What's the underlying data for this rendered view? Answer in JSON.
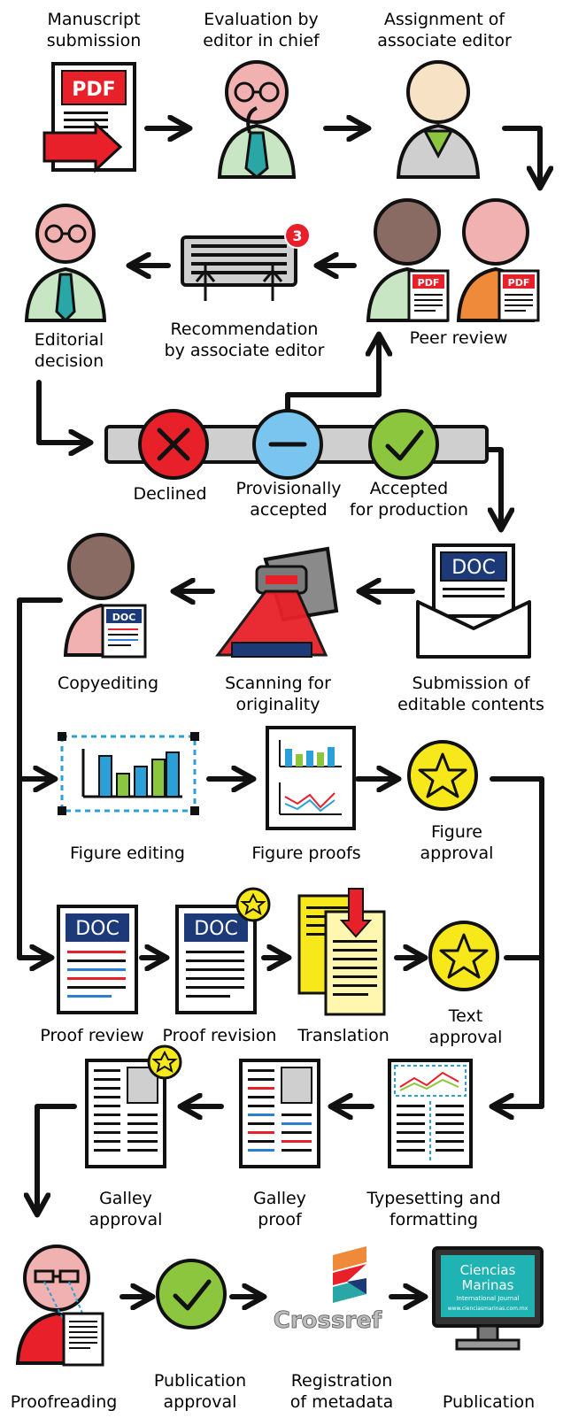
{
  "labels": {
    "manuscript_submission": [
      "Manuscript",
      "submission"
    ],
    "evaluation": [
      "Evaluation by",
      "editor in chief"
    ],
    "assignment": [
      "Assignment of",
      "associate editor"
    ],
    "editorial_decision": [
      "Editorial",
      "decision"
    ],
    "recommendation": [
      "Recommendation",
      "by associate editor"
    ],
    "peer_review": [
      "Peer review"
    ],
    "declined": [
      "Declined"
    ],
    "provisionally_accepted": [
      "Provisionally",
      "accepted"
    ],
    "accepted": [
      "Accepted",
      "for production"
    ],
    "copyediting": [
      "Copyediting"
    ],
    "scanning": [
      "Scanning for",
      "originality"
    ],
    "submission_editable": [
      "Submission of",
      "editable contents"
    ],
    "figure_editing": [
      "Figure editing"
    ],
    "figure_proofs": [
      "Figure proofs"
    ],
    "figure_approval": [
      "Figure",
      "approval"
    ],
    "proof_review": [
      "Proof review"
    ],
    "proof_revision": [
      "Proof revision"
    ],
    "translation": [
      "Translation"
    ],
    "text_approval": [
      "Text",
      "approval"
    ],
    "galley_approval": [
      "Galley",
      "approval"
    ],
    "galley_proof": [
      "Galley",
      "proof"
    ],
    "typesetting": [
      "Typesetting and",
      "formatting"
    ],
    "proofreading": [
      "Proofreading"
    ],
    "publication_approval": [
      "Publication",
      "approval"
    ],
    "registration": [
      "Registration",
      "of metadata"
    ],
    "publication": [
      "Publication"
    ]
  },
  "doc_text": {
    "pdf": "PDF",
    "doc": "DOC",
    "badge_count": "3"
  },
  "logos": {
    "crossref": "Crossref",
    "monitor_title_1": "Ciencias",
    "monitor_title_2": "Marinas",
    "monitor_sub": "International Journal",
    "monitor_url": "www.cienciasmarinas.com.mx"
  },
  "colors": {
    "ink": "#111111",
    "red": "#e8202a",
    "skin_pink": "#f2b1b1",
    "skin_light": "#f7e2c5",
    "brown": "#8a6b63",
    "teal": "#2aa6a6",
    "light_green": "#c9e6c4",
    "blue_doc": "#1c3a78",
    "decision_blue": "#7ac4f0",
    "decision_green": "#8cc63f",
    "star_yellow": "#f7e81b",
    "cyan_screen": "#1fb3b3",
    "orange": "#f08a3b",
    "gray": "#cfcfcf"
  }
}
